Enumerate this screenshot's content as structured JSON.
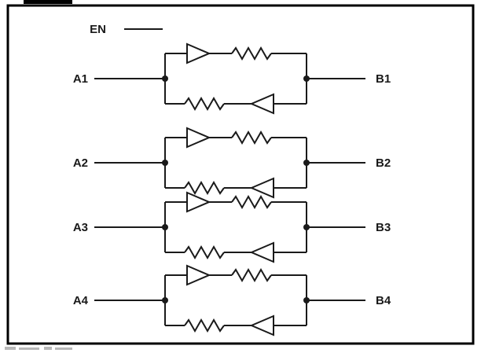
{
  "diagram": {
    "title": "quad-bidirectional-buffer-schematic",
    "enable_label": "EN",
    "channels": [
      {
        "left": "A1",
        "right": "B1"
      },
      {
        "left": "A2",
        "right": "B2"
      },
      {
        "left": "A3",
        "right": "B3"
      },
      {
        "left": "A4",
        "right": "B4"
      }
    ],
    "colors": {
      "line": "#1a1a1a",
      "frame": "#000000",
      "background": "#ffffff"
    }
  }
}
